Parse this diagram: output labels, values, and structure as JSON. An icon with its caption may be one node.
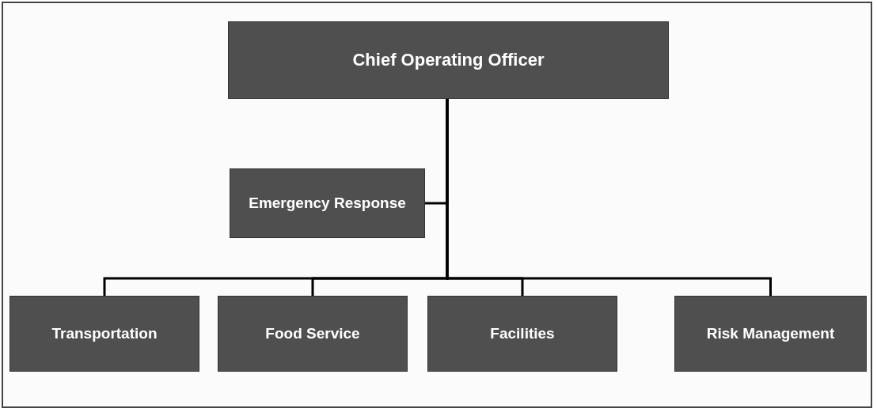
{
  "diagram": {
    "nodes": [
      {
        "text": [
          "Chief Operating Officer"
        ]
      },
      {
        "text": [
          "Emergency Response"
        ]
      },
      {
        "text": [
          "Transportation"
        ]
      },
      {
        "text": [
          "Food Service"
        ]
      },
      {
        "text": [
          "Facilities"
        ]
      },
      {
        "text": [
          "Risk Management"
        ]
      }
    ],
    "edges": [
      {
        "from": 0,
        "to": 1,
        "arrow": "none"
      },
      {
        "from": 0,
        "to": 2,
        "arrow": "none"
      },
      {
        "from": 0,
        "to": 3,
        "arrow": "none"
      },
      {
        "from": 0,
        "to": 4,
        "arrow": "none"
      },
      {
        "from": 0,
        "to": 5,
        "arrow": "none"
      }
    ]
  }
}
